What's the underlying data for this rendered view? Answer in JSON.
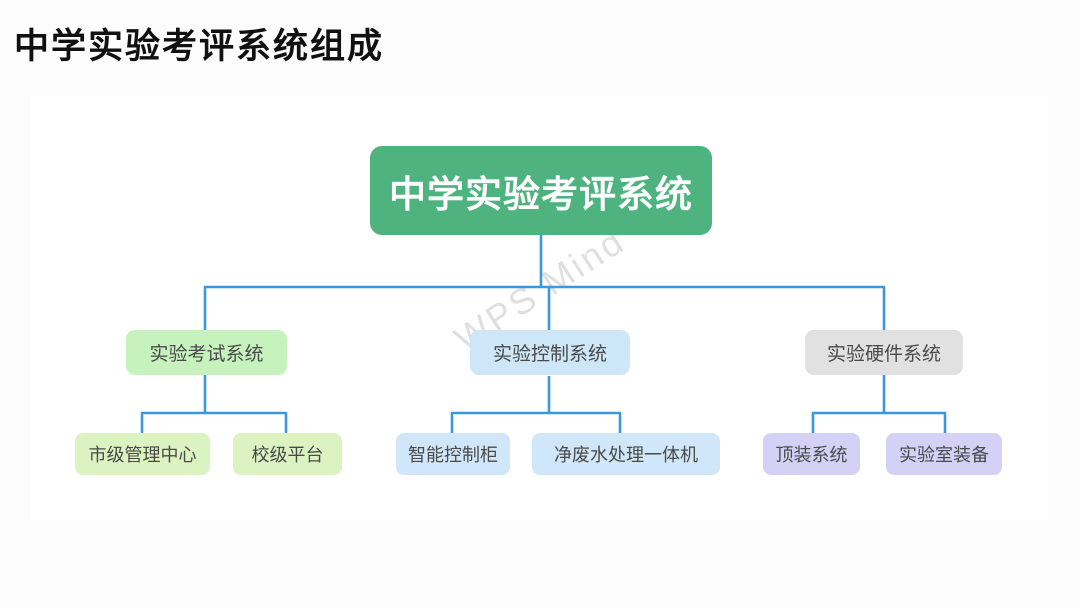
{
  "page_title": "中学实验考评系统组成",
  "watermark": "WPS Mind",
  "colors": {
    "page_background": "#fcfcfc",
    "canvas_background": "#ffffff",
    "connector_blue": "#3d97dc",
    "root_background": "#4fb380",
    "root_text": "#ffffff",
    "exam_branch_background": "#c6f3bd",
    "exam_leaf_background": "#daf3c1",
    "control_background": "#cde7f8",
    "hardware_branch_background": "#e1e1e1",
    "hardware_leaf_background": "#d5d1f6",
    "node_text": "#4a4a4a",
    "title_text": "#111111"
  },
  "tree": {
    "root": {
      "label": "中学实验考评系统"
    },
    "branches": [
      {
        "label": "实验考试系统",
        "children": [
          {
            "label": "市级管理中心"
          },
          {
            "label": "校级平台"
          }
        ]
      },
      {
        "label": "实验控制系统",
        "children": [
          {
            "label": "智能控制柜"
          },
          {
            "label": "净废水处理一体机"
          }
        ]
      },
      {
        "label": "实验硬件系统",
        "children": [
          {
            "label": "顶装系统"
          },
          {
            "label": "实验室装备"
          }
        ]
      }
    ]
  }
}
